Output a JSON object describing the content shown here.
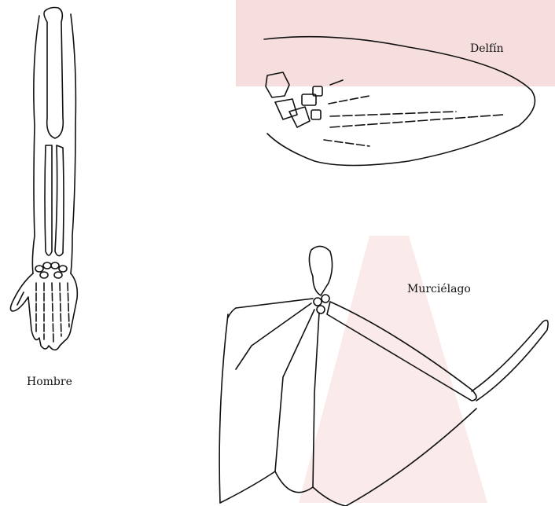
{
  "figure": {
    "labels": {
      "human": "Hombre",
      "dolphin": "Delfín",
      "bat": "Murciélago"
    },
    "colors": {
      "line": "#111111",
      "watermark": "#f6dede",
      "background": "#ffffff"
    }
  }
}
